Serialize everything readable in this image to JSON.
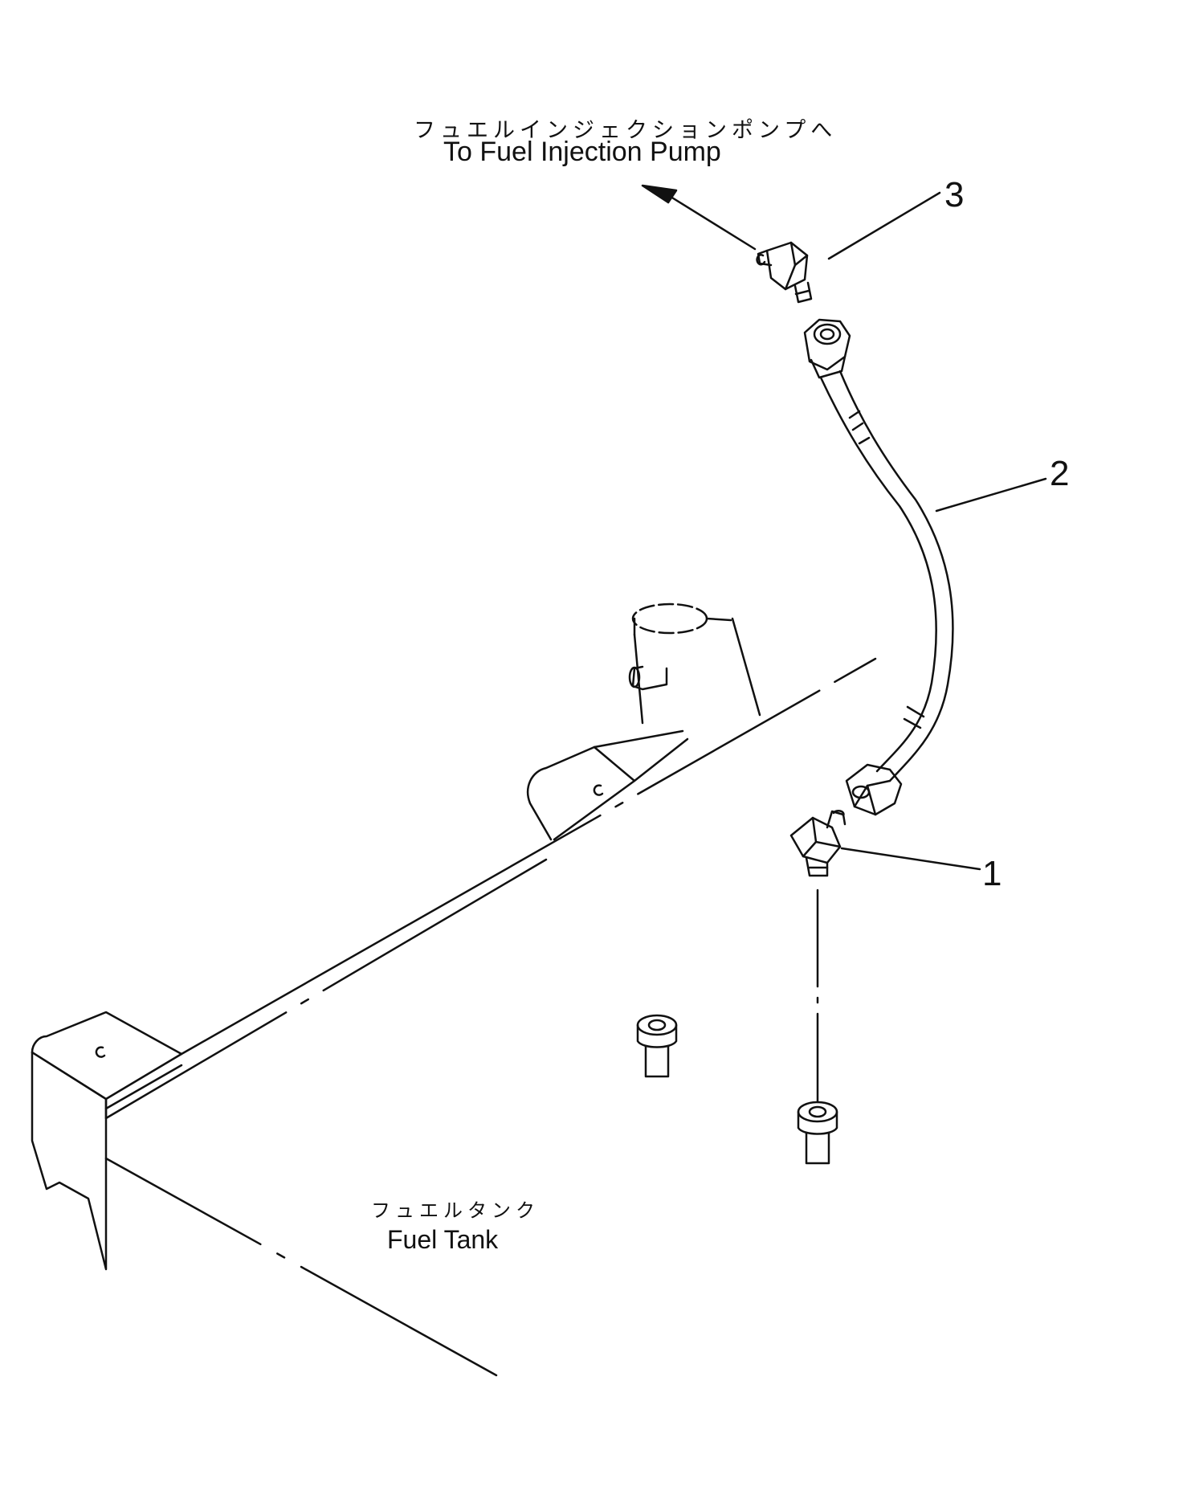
{
  "destination_label": {
    "japanese": "フュエルインジェクションポンプへ",
    "english": "To Fuel Injection Pump"
  },
  "tank_label": {
    "japanese": "フュエルタンク",
    "english": "Fuel Tank"
  },
  "callouts": [
    {
      "number": "1",
      "part": "elbow-fitting-lower"
    },
    {
      "number": "2",
      "part": "fuel-hose"
    },
    {
      "number": "3",
      "part": "elbow-fitting-upper"
    }
  ],
  "tank_marks": [
    "c",
    "c",
    "c",
    "c"
  ]
}
